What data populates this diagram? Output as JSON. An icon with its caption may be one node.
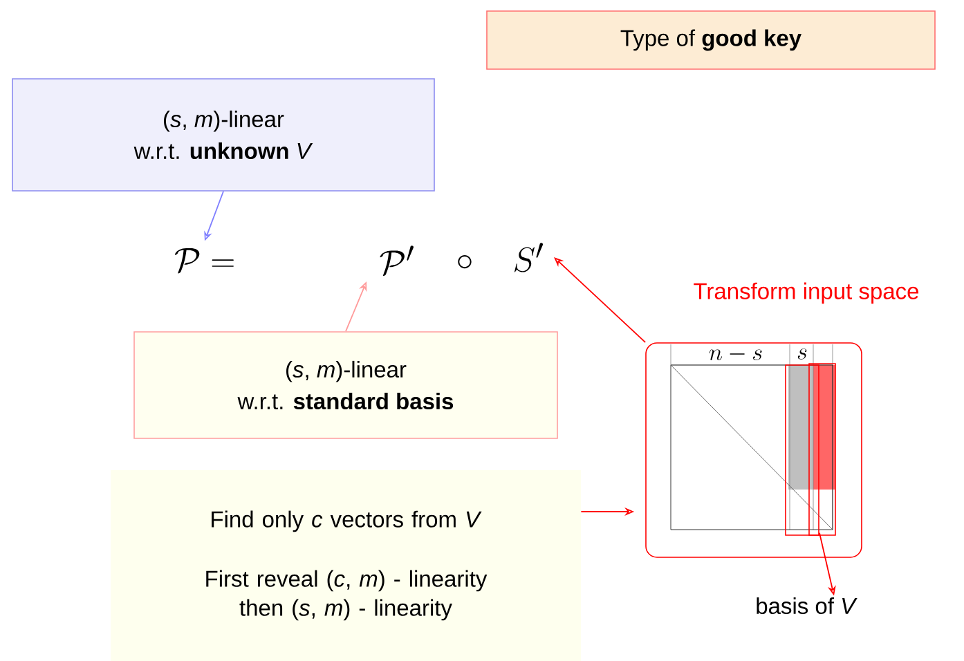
{
  "diagram": {
    "nodes": [
      {
        "text": [
          "Type of **good key**"
        ]
      },
      {
        "text": [
          "(*s*, *m*)-linear",
          "w.r.t. **unknown** *V*"
        ]
      },
      {
        "text": [
          "\\mathcal{P} ="
        ]
      },
      {
        "text": [
          "\\mathcal{P}'"
        ]
      },
      {
        "text": [
          "S'"
        ]
      },
      {
        "text": [
          "(*s*, *m*)-linear",
          "w.r.t. **standard basis**"
        ]
      },
      {
        "text": [
          "Find only *c* vectors from *V*",
          "First reveal (*c*, *m*) - linearity then (*s*, *m*) - linearity"
        ]
      },
      {
        "text": [
          "Transform input space"
        ]
      },
      {
        "text": [],
        "shape": "box",
        "in": 7
      },
      {
        "text": [
          "basis of *V*"
        ]
      }
    ],
    "edges": [
      {
        "from": 1,
        "to": 2,
        "arrow": "to",
        "color": "#8080ff"
      },
      {
        "from": 5,
        "to": 3,
        "arrow": "to",
        "color": "#ff9999"
      },
      {
        "from": 7,
        "to": 4,
        "arrow": "to"
      },
      {
        "from": 6,
        "to": 7,
        "arrow": "to"
      },
      {
        "from": 8,
        "to": 9,
        "arrow": "to"
      }
    ],
    "labels": [
      "\\circ",
      "n - s",
      "s"
    ]
  }
}
